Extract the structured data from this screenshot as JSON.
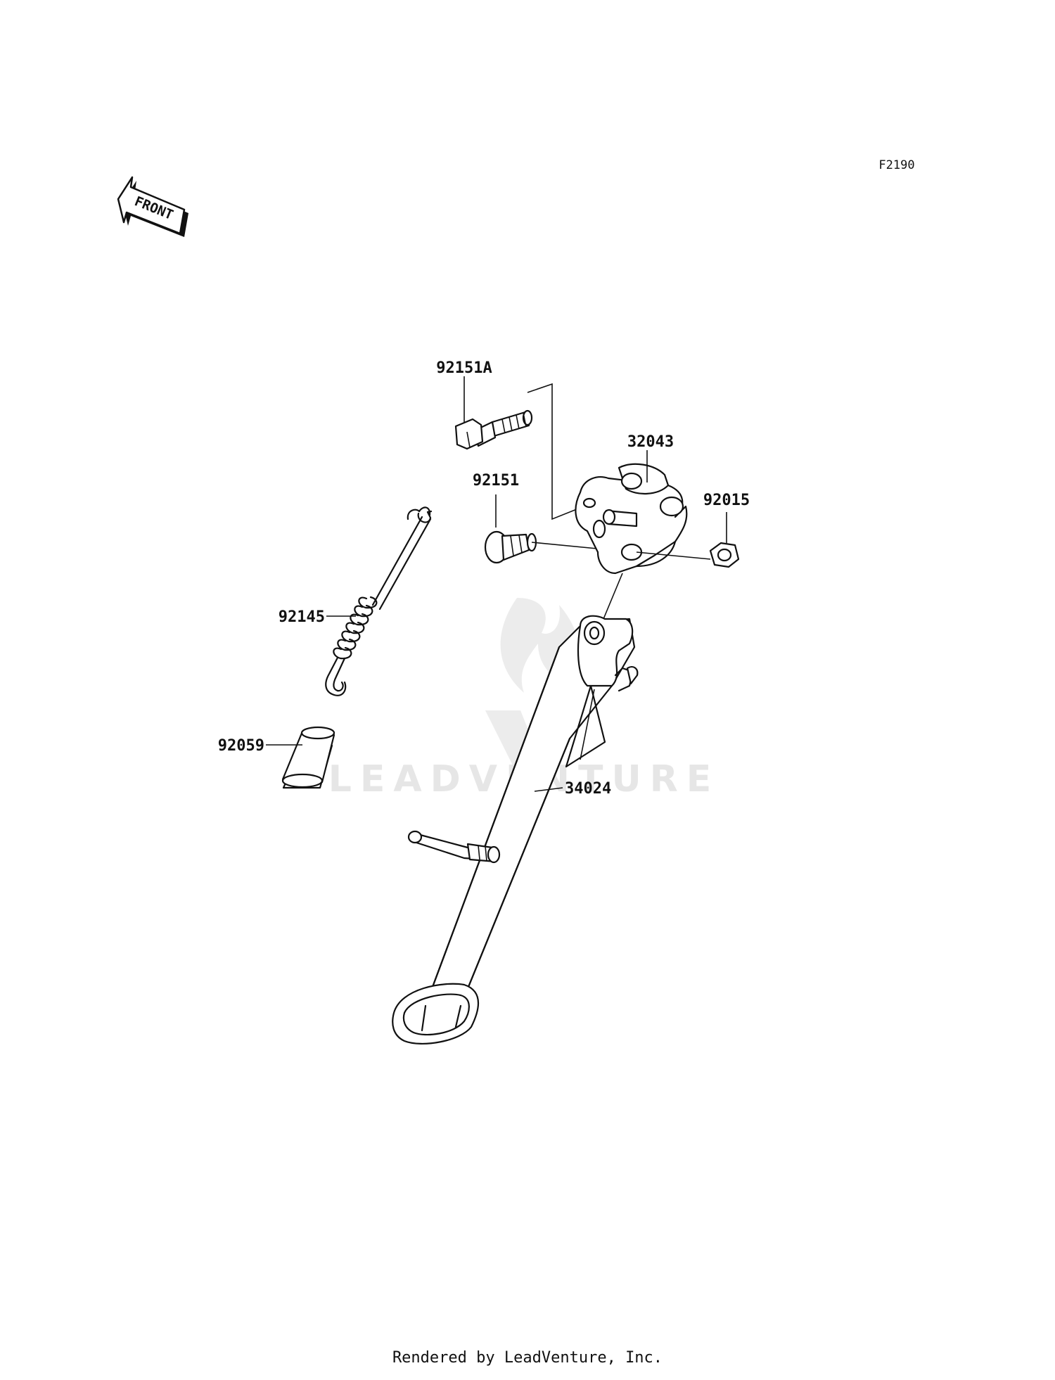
{
  "diagram_code": "F2190",
  "front_arrow": {
    "label": "FRONT"
  },
  "watermark": {
    "text": "LEADVENTURE"
  },
  "parts": [
    {
      "id": "part-92151a",
      "number": "92151A"
    },
    {
      "id": "part-32043",
      "number": "32043"
    },
    {
      "id": "part-92151",
      "number": "92151"
    },
    {
      "id": "part-92015",
      "number": "92015"
    },
    {
      "id": "part-92145",
      "number": "92145"
    },
    {
      "id": "part-92059",
      "number": "92059"
    },
    {
      "id": "part-34024",
      "number": "34024"
    }
  ],
  "footer": "Rendered by LeadVenture, Inc."
}
